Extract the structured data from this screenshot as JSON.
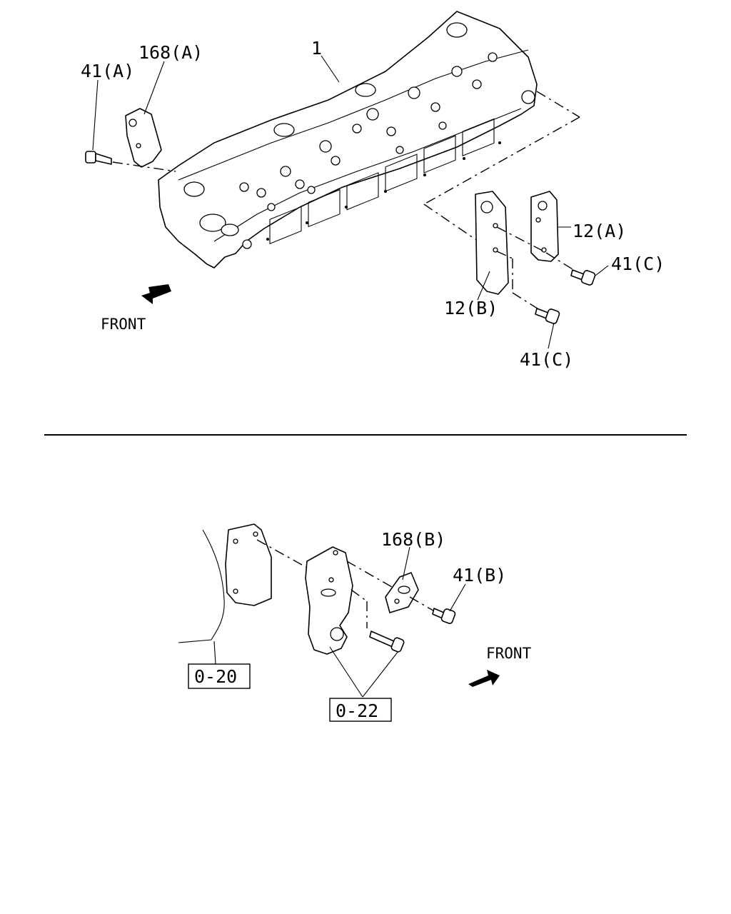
{
  "top_section": {
    "labels": {
      "head": "1",
      "bracket_a": "168(A)",
      "bolt_a": "41(A)",
      "plate_12a": "12(A)",
      "plate_12b": "12(B)",
      "bolt_c_upper": "41(C)",
      "bolt_c_lower": "41(C)",
      "front": "FRONT"
    }
  },
  "bottom_section": {
    "labels": {
      "bracket_b": "168(B)",
      "bolt_b": "41(B)",
      "front": "FRONT",
      "ref_0_20": "0-20",
      "ref_0_22": "0-22"
    }
  }
}
